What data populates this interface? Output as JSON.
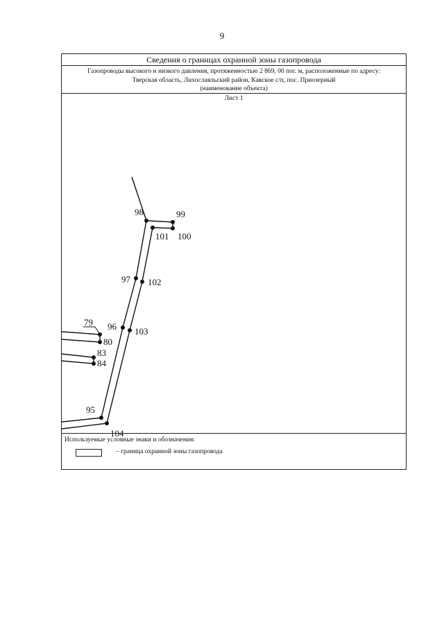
{
  "page_number": "9",
  "title": "Сведения о границах охранной зоны газопровода",
  "object": {
    "line1": "Газопроводы высокого и низкого давления, протяженностью 2 869, 00 пог. м, расположенные по адресу:",
    "line2": "Тверская область, Лихославльский район, Кавское с/п, пос. Приозерный",
    "caption": "(наименование объекта)"
  },
  "sheet_label": "Лист 1",
  "points": {
    "p79": "79",
    "p80": "80",
    "p83": "83",
    "p84": "84",
    "p95": "95",
    "p96": "96",
    "p97": "97",
    "p98": "98",
    "p99": "99",
    "p100": "100",
    "p101": "101",
    "p102": "102",
    "p103": "103",
    "p104": "104"
  },
  "legend": {
    "title": "Используемые условные знаки и обозначения:",
    "item_text": "–  граница охранной зоны газопровода"
  }
}
